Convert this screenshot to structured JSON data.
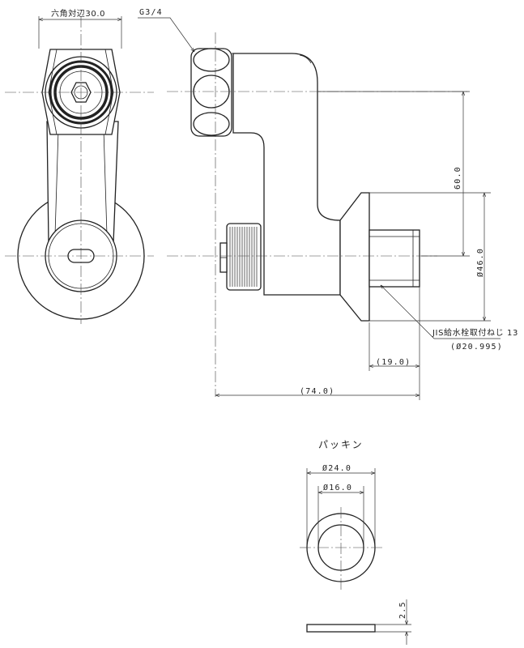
{
  "labels": {
    "hex_across_flats": "六角対辺30.0",
    "thread_g": "G3/4",
    "dim_60": "60.0",
    "dim_46": "Ø46.0",
    "jis_thread": "JIS給水栓取付ねじ 13",
    "jis_diameter": "(Ø20.995)",
    "dim_19": "(19.0)",
    "dim_74": "(74.0)",
    "packing_title": "パッキン",
    "packing_outer": "Ø24.0",
    "packing_inner": "Ø16.0",
    "packing_thickness": "2.5"
  }
}
